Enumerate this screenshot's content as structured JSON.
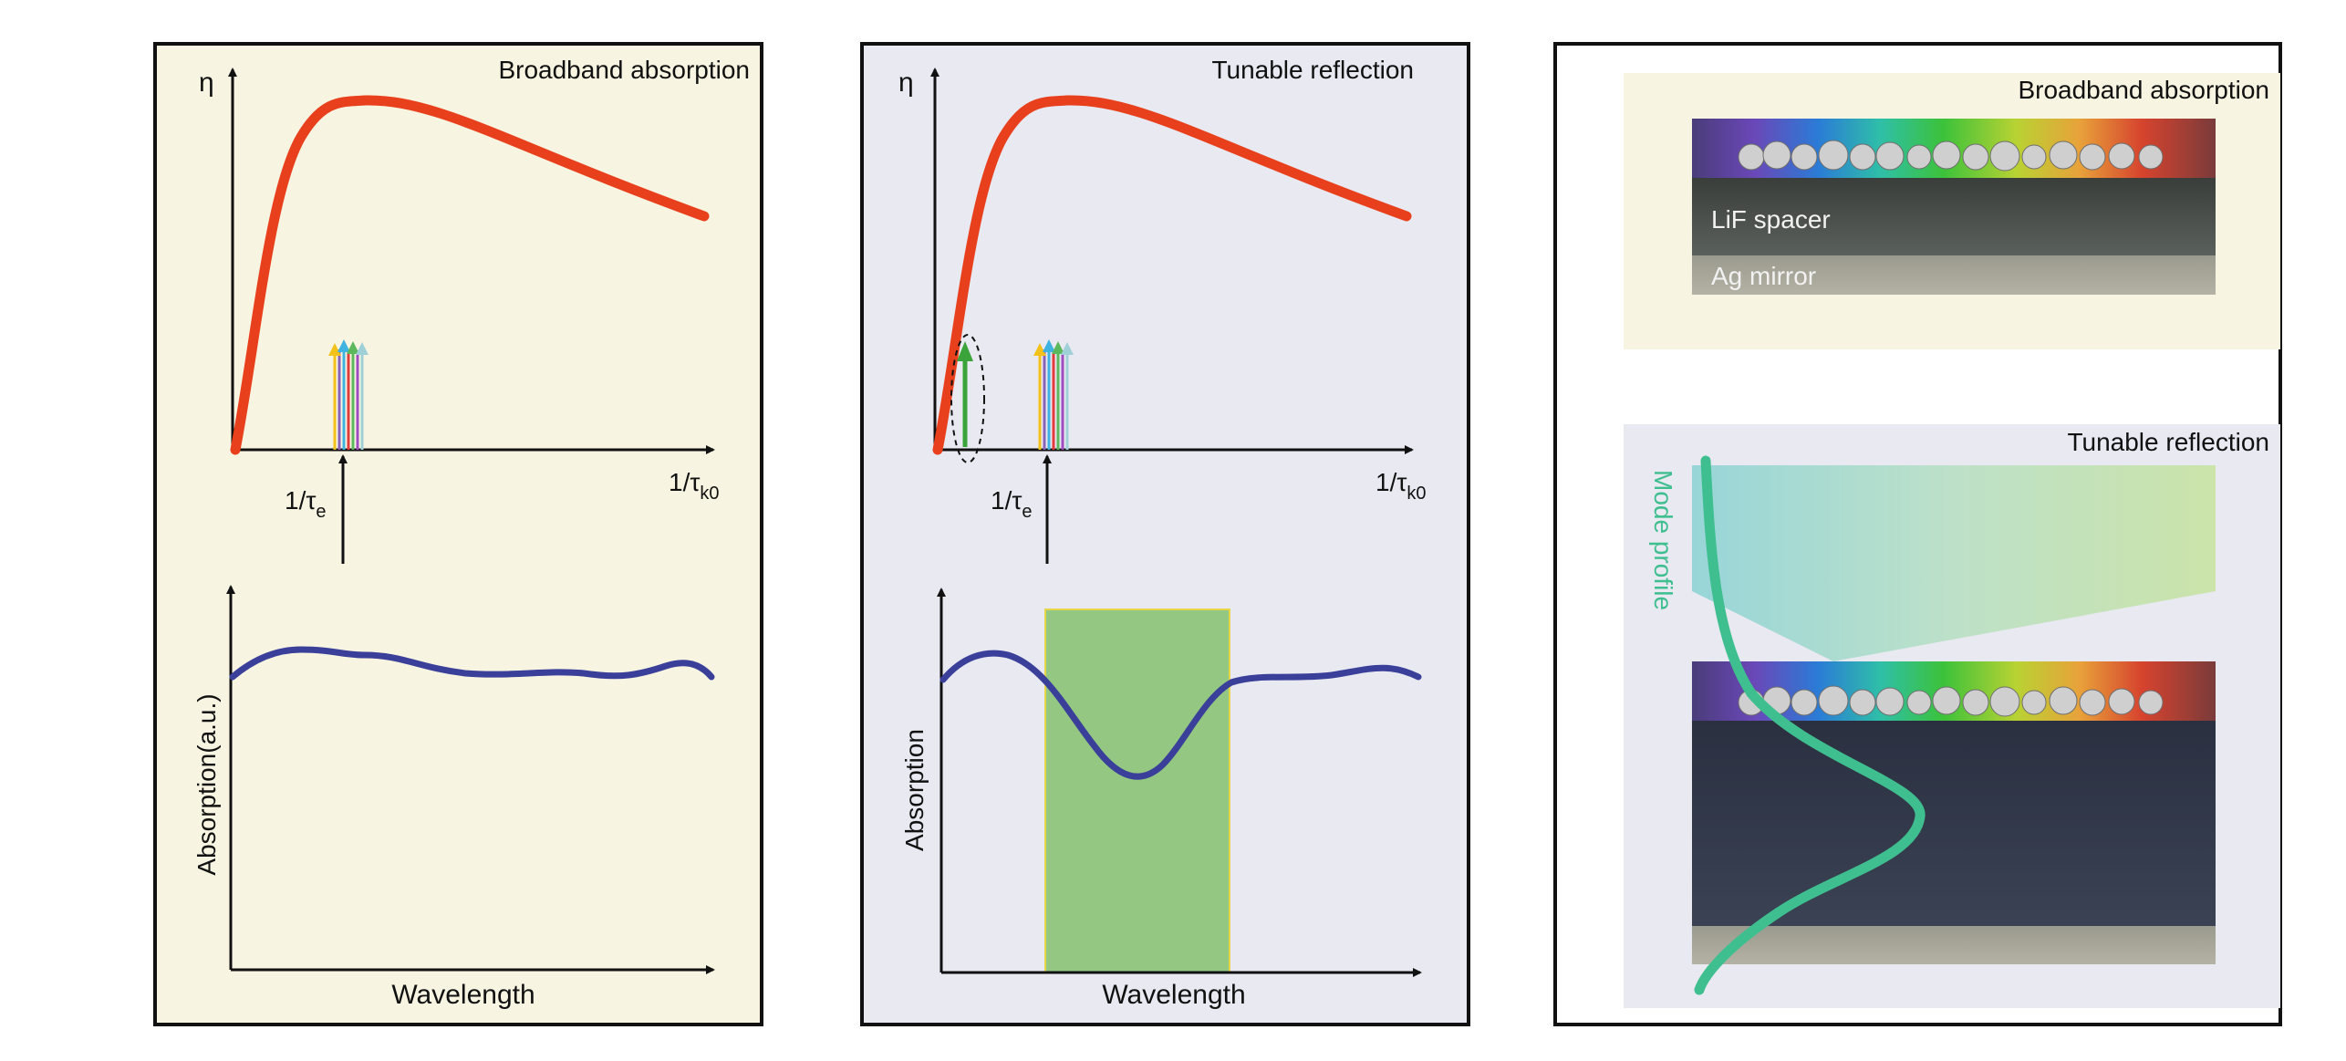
{
  "colors": {
    "panel_a_bg": "#f8f4e2",
    "panel_b_bg": "#e9e9f1",
    "curve_red": "#e8401c",
    "curve_blue": "#3a3f9a",
    "highlight_green": "#93c782",
    "mode_profile": "#3fbf8f",
    "frame": "#111111"
  },
  "panel_a": {
    "title": "Broadband absorption",
    "top_y_label": "η",
    "tick_te": "1/τ",
    "tick_te_sub": "e",
    "tick_tk0": "1/τ",
    "tick_tk0_sub": "k0",
    "bottom_y_label": "Absorption(a.u.)",
    "bottom_x_label": "Wavelength"
  },
  "panel_b": {
    "title": "Tunable reflection",
    "top_y_label": "η",
    "tick_te": "1/τ",
    "tick_te_sub": "e",
    "tick_tk0": "1/τ",
    "tick_tk0_sub": "k0",
    "bottom_y_label": "Absorption",
    "bottom_x_label": "Wavelength"
  },
  "panel_c": {
    "top_title": "Broadband absorption",
    "spacer_label": "LiF spacer",
    "mirror_label": "Ag mirror",
    "bottom_title": "Tunable reflection",
    "mode_label": "Mode profile"
  },
  "arrow_colors": [
    "#f2c21a",
    "#8a63b8",
    "#3fb3e0",
    "#e23b3b",
    "#5cb85c",
    "#a04cc0",
    "#9fd0d8"
  ]
}
